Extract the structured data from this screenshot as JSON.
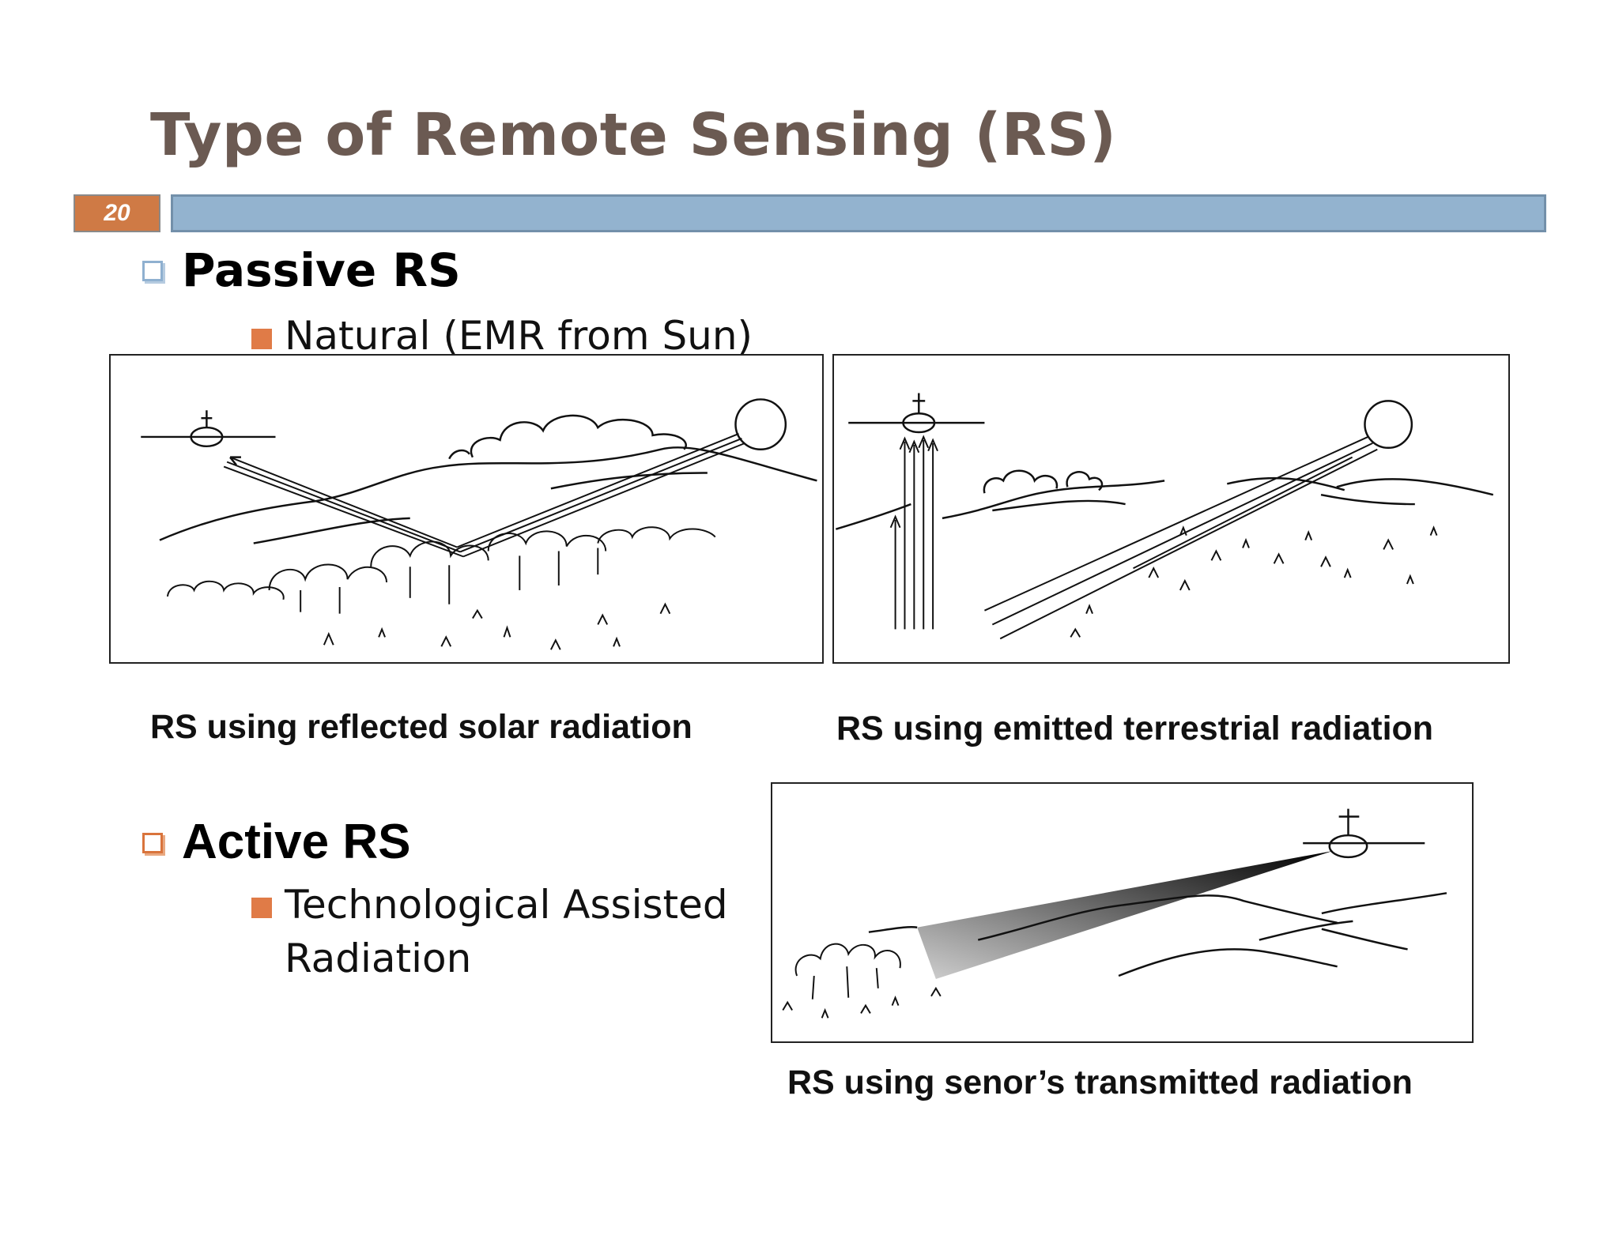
{
  "slide": {
    "title": "Type of Remote Sensing (RS)",
    "number": "20"
  },
  "passive": {
    "heading": "Passive RS",
    "sub": "Natural (EMR from Sun)"
  },
  "active": {
    "heading": "Active RS",
    "sub_line1": "Technological Assisted",
    "sub_line2": "Radiation"
  },
  "captions": {
    "reflected": "RS using reflected  solar radiation",
    "emitted": "RS using emitted  terrestrial radiation",
    "transmitted": "RS using senor’s  transmitted radiation"
  },
  "colors": {
    "title": "#6b5a52",
    "bar": "#93b3cf",
    "slide_number_bg": "#cf7a45",
    "bullet_blue": "#8fb0d0",
    "bullet_orange": "#e07b47"
  },
  "icons": {
    "passive_bullet": "hollow-square-bullet",
    "sub_bullet": "filled-square-bullet"
  }
}
